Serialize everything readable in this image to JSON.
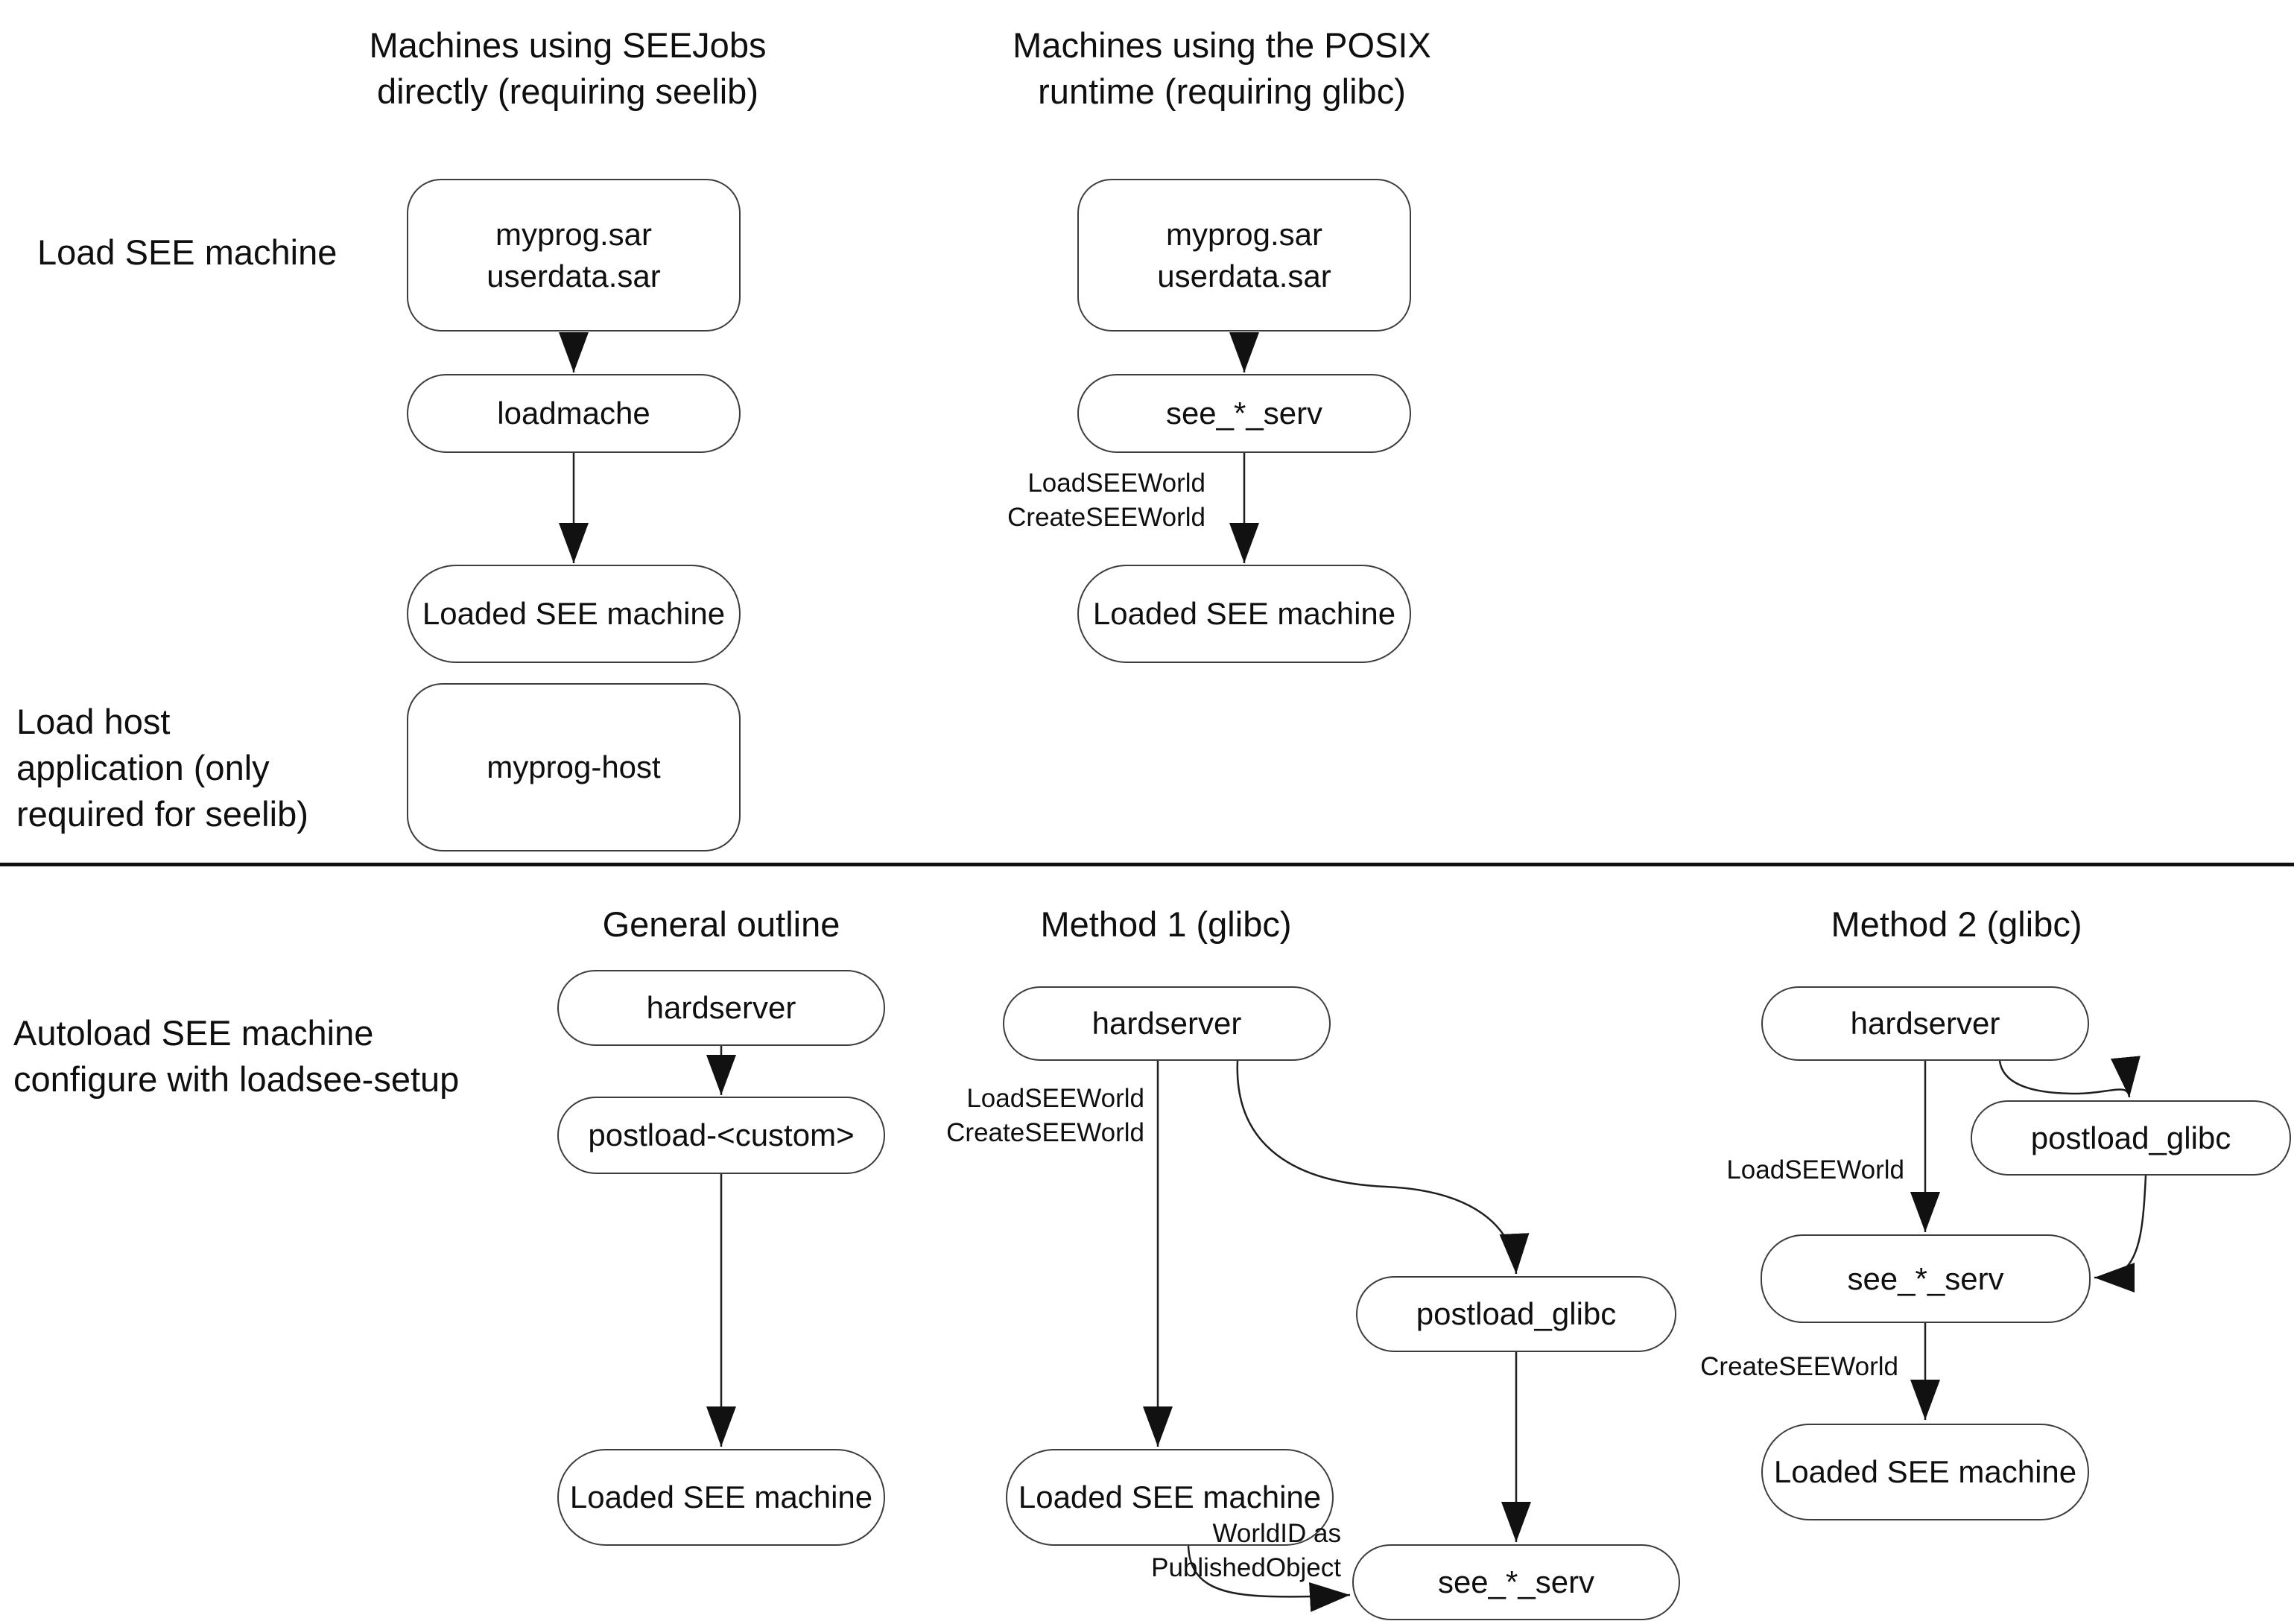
{
  "diagram": {
    "top": {
      "seejobs_header": {
        "line1": "Machines using SEEJobs",
        "line2": "directly (requiring seelib)"
      },
      "posix_header": {
        "line1": "Machines using the POSIX",
        "line2": "runtime (requiring glibc)"
      },
      "load_see_label": "Load SEE machine",
      "load_host_label": {
        "line1": "Load host",
        "line2": "application (only",
        "line3": "required for seelib)"
      },
      "seejobs": {
        "input_line1": "myprog.sar",
        "input_line2": "userdata.sar",
        "loader": "loadmache",
        "loaded": "Loaded SEE machine",
        "host": "myprog-host"
      },
      "posix": {
        "input_line1": "myprog.sar",
        "input_line2": "userdata.sar",
        "serv": "see_*_serv",
        "arrow_line1": "LoadSEEWorld",
        "arrow_line2": "CreateSEEWorld",
        "loaded": "Loaded SEE machine"
      }
    },
    "bottom": {
      "autoload_label": {
        "line1": "Autoload SEE machine",
        "line2": "configure with loadsee-setup"
      },
      "general": {
        "header": "General outline",
        "hardserver": "hardserver",
        "postload": "postload-<custom>",
        "loaded": "Loaded SEE machine"
      },
      "method1": {
        "header": "Method 1 (glibc)",
        "hardserver": "hardserver",
        "arrow_line1": "LoadSEEWorld",
        "arrow_line2": "CreateSEEWorld",
        "postload": "postload_glibc",
        "loaded": "Loaded SEE machine",
        "serv": "see_*_serv",
        "publish_line1": "WorldID as",
        "publish_line2": "PublishedObject"
      },
      "method2": {
        "header": "Method 2 (glibc)",
        "hardserver": "hardserver",
        "load_label": "LoadSEEWorld",
        "postload": "postload_glibc",
        "serv": "see_*_serv",
        "create_label": "CreateSEEWorld",
        "loaded": "Loaded SEE machine"
      }
    }
  },
  "colors": {
    "background": "#ffffff",
    "box_border": "#3d3d3d",
    "line": "#1f1f1f",
    "arrowhead": "#111111",
    "text": "#0f0f0f"
  }
}
